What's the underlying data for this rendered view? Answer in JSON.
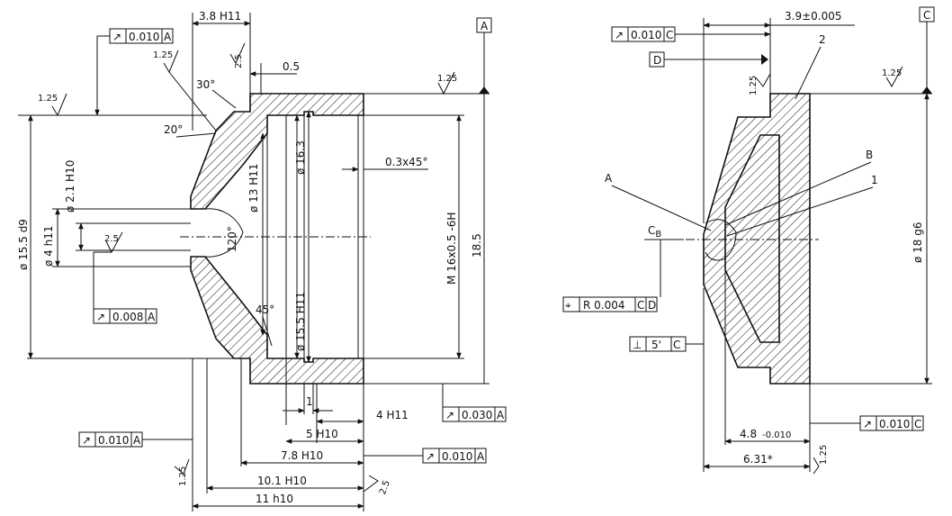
{
  "left_view": {
    "datum_label": "A",
    "dims": {
      "d_3_8": "3.8 H11",
      "d_0_5": "0.5",
      "d_30deg": "30°",
      "d_20deg": "20°",
      "d_120deg": "120°",
      "d_45deg": "45°",
      "d_2_1": "ø 2.1 H10",
      "d_4h11": "ø 4 h11",
      "d_15_5d9": "ø 15.5 d9",
      "d_13": "ø 13 H11",
      "d_16_3": "ø 16.3",
      "d_15_5H11": "ø 15.5 H11",
      "d_chamfer": "0.3x45°",
      "d_thread": "M 16x0.5 -6H",
      "d_18_5": "18.5",
      "d_1": "1",
      "d_4H11": "4 H11",
      "d_5H10": "5 H10",
      "d_7_8": "7.8 H10",
      "d_10_1": "10.1 H10",
      "d_11": "11 h10"
    },
    "roughness": {
      "r1": "1.25",
      "r2": "1.25",
      "r3": "2.5",
      "r4": "1.25",
      "r5": "2.5",
      "r6": "1.25",
      "r7": "2.5"
    },
    "frames": {
      "f_top": [
        "↗",
        "0.010",
        "A"
      ],
      "f_mid": [
        "↗",
        "0.008",
        "A"
      ],
      "f_right": [
        "↗",
        "0.030",
        "A"
      ],
      "f_b1": [
        "↗",
        "0.010",
        "A"
      ],
      "f_b2": [
        "↗",
        "0.010",
        "A"
      ]
    }
  },
  "right_view": {
    "datum_c": "C",
    "datum_d": "D",
    "labels": {
      "n2": "2",
      "nB": "B",
      "n1": "1",
      "nA": "A",
      "cb_main": "C",
      "cb_sub": "B"
    },
    "dims": {
      "d_3_9": "3.9±0.005",
      "d_18g6": "ø 18 g6",
      "d_4_8": "4.8",
      "d_4_8_tol": "-0.010",
      "d_6_31": "6.31*"
    },
    "roughness": {
      "r1": "1.25",
      "r2": "1.25",
      "r3": "1.25"
    },
    "frames": {
      "f_top": [
        "↗",
        "0.010",
        "C"
      ],
      "f_pos": [
        "⌖",
        "R 0.004",
        "C",
        "D"
      ],
      "f_perp": [
        "⊥",
        "5'",
        "C"
      ],
      "f_bot": [
        "↗",
        "0.010",
        "C"
      ]
    }
  }
}
